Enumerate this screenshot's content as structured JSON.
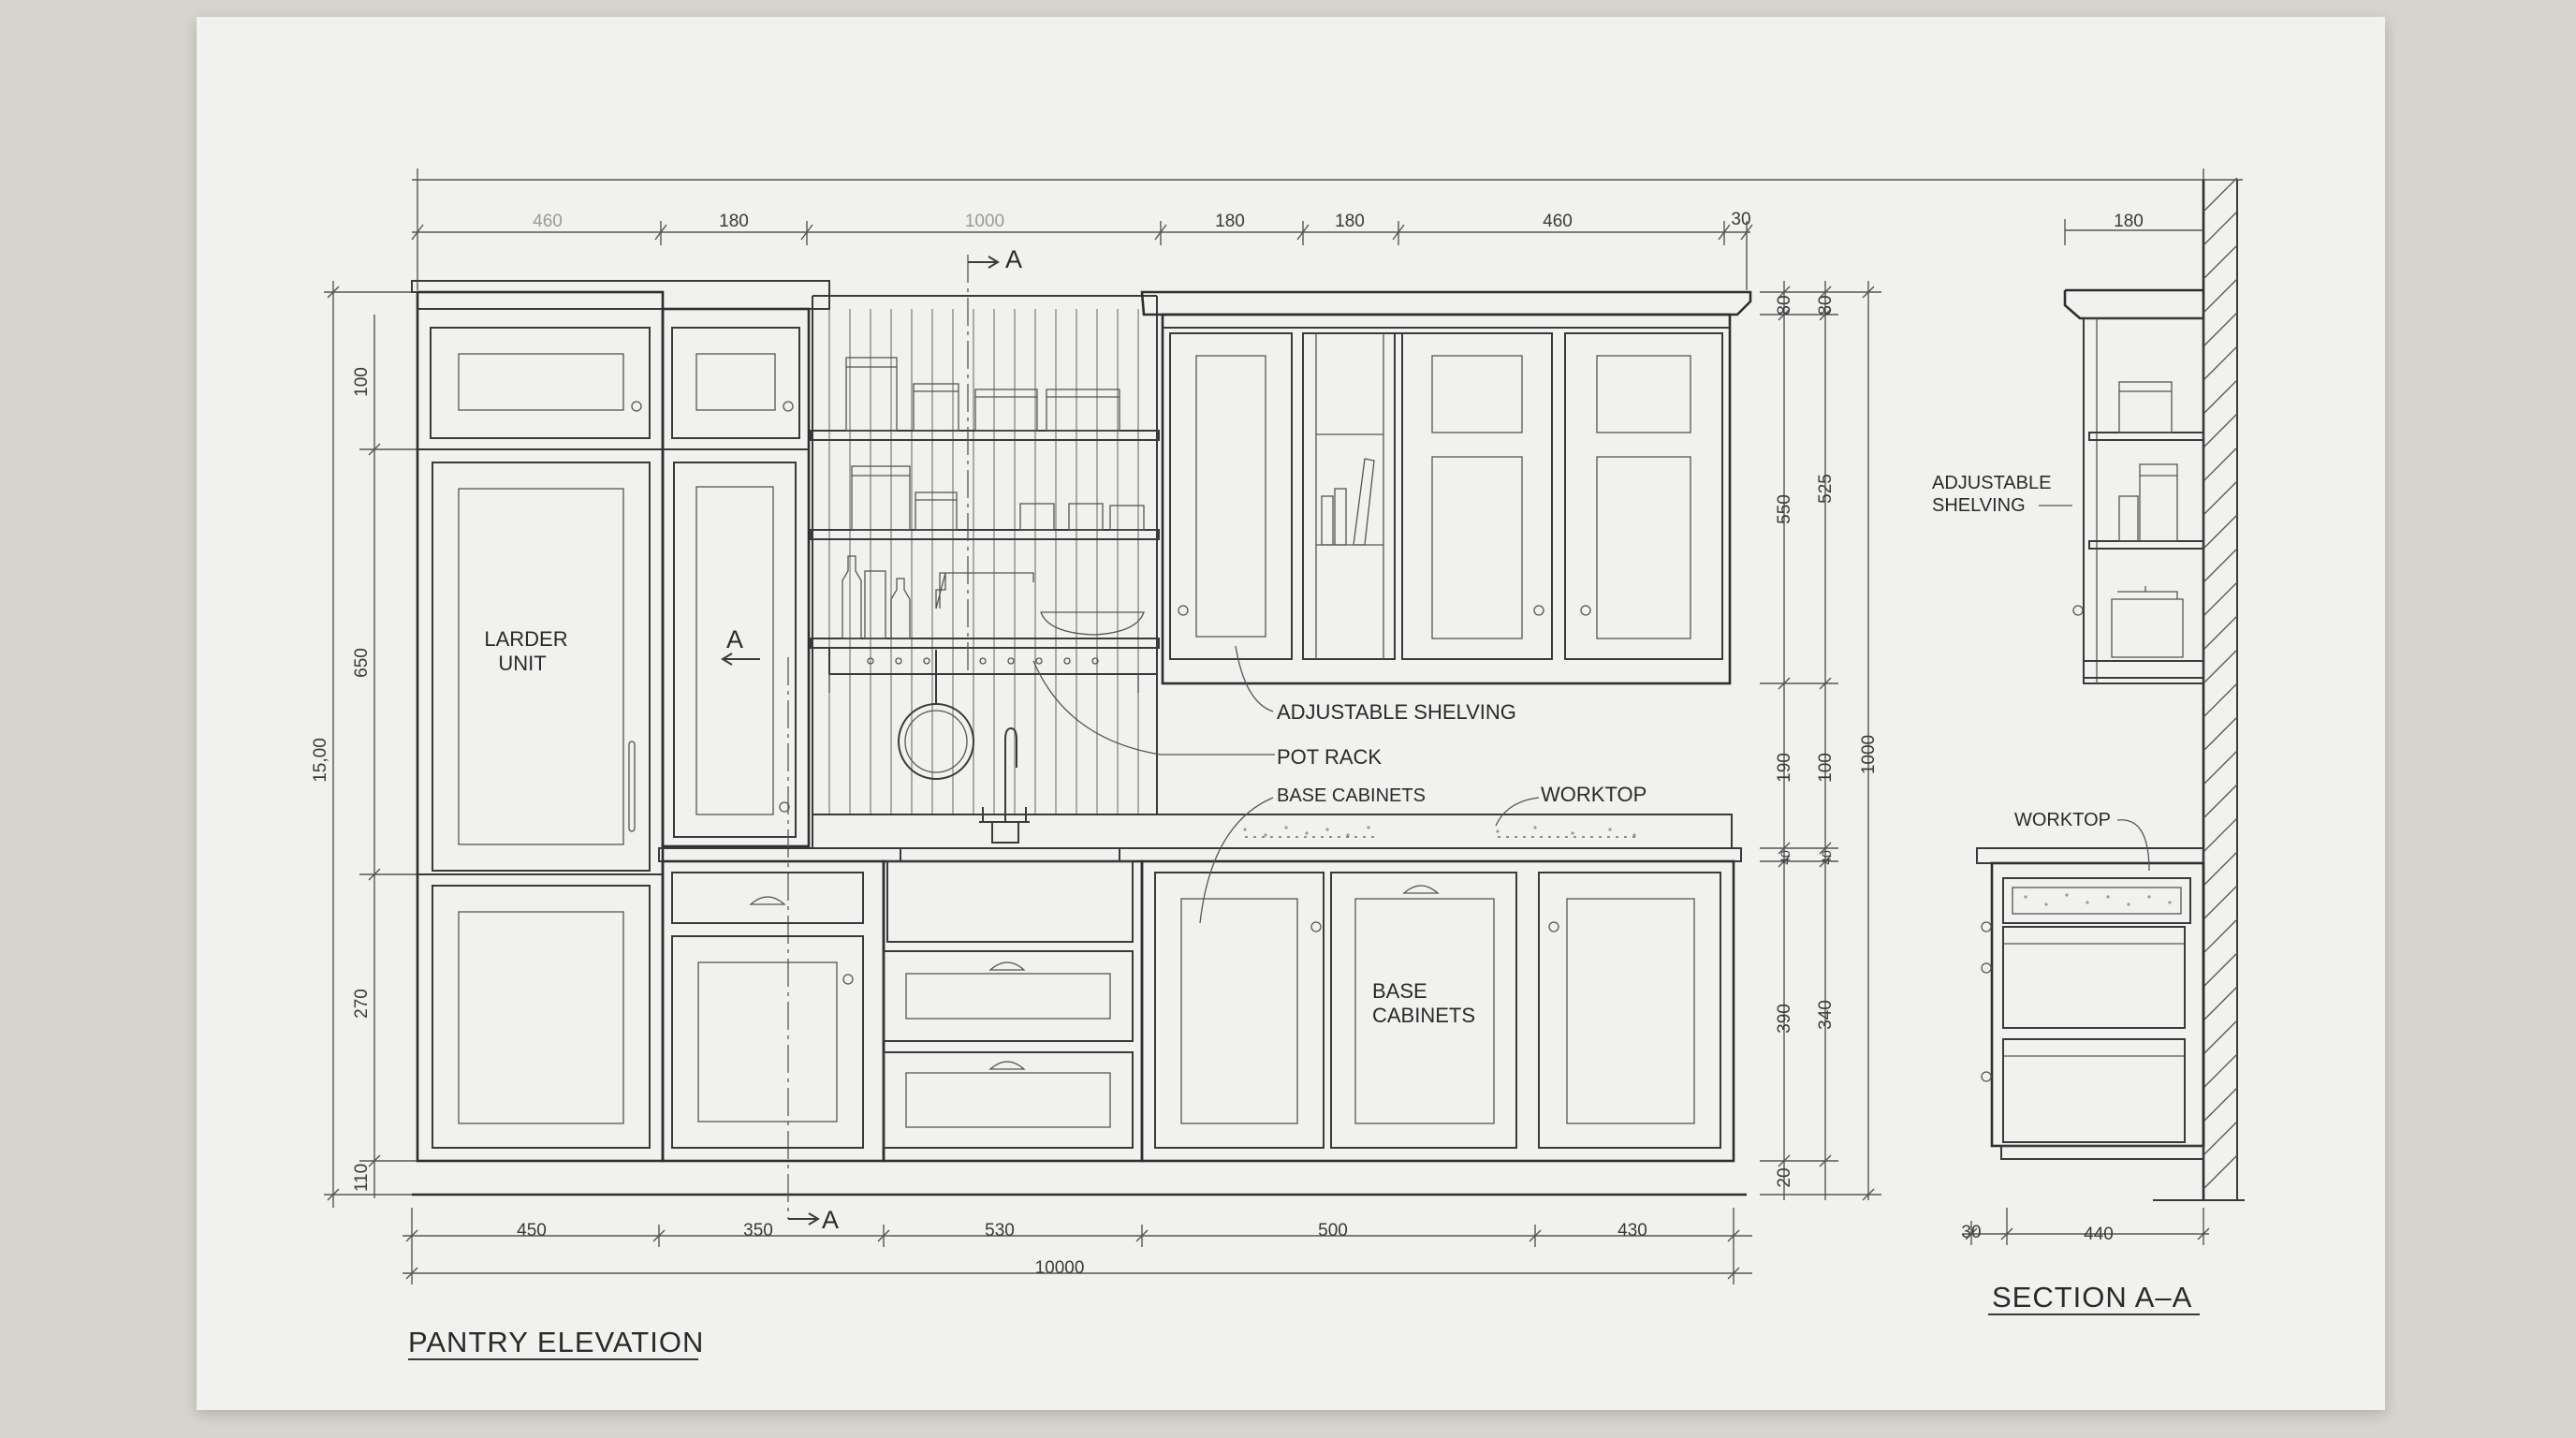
{
  "title": "PANTRY ELEVATION",
  "section_title": "SECTION A–A",
  "section_markers": {
    "top": "A",
    "mid": "A",
    "bottom": "A"
  },
  "labels": {
    "larder_line1": "LARDER",
    "larder_line2": "UNIT",
    "adjustable_shelving": "ADJUSTABLE SHELVING",
    "pot_rack": "POT RACK",
    "base_cabinets_callout": "BASE CABINETS",
    "worktop": "WORKTOP",
    "base_cabinets_line1": "BASE",
    "base_cabinets_line2": "CABINETS",
    "section_shelving_line1": "ADJUSTABLE",
    "section_shelving_line2": "SHELVING",
    "section_worktop": "WORKTOP"
  },
  "dims": {
    "top": [
      "460",
      "180",
      "1000",
      "180",
      "180",
      "460",
      "30"
    ],
    "bottom": [
      "450",
      "350",
      "530",
      "500",
      "430"
    ],
    "overall": "10000",
    "left_outer": "15,00",
    "left_inner": [
      "100",
      "650",
      "270",
      "110"
    ],
    "right_a": [
      "80",
      "550",
      "190",
      "40",
      "390",
      "20"
    ],
    "right_b": [
      "80",
      "525",
      "100",
      "40",
      "340"
    ],
    "right_c": "1000",
    "section_top": "180",
    "section_bottom": [
      "30",
      "440"
    ]
  }
}
